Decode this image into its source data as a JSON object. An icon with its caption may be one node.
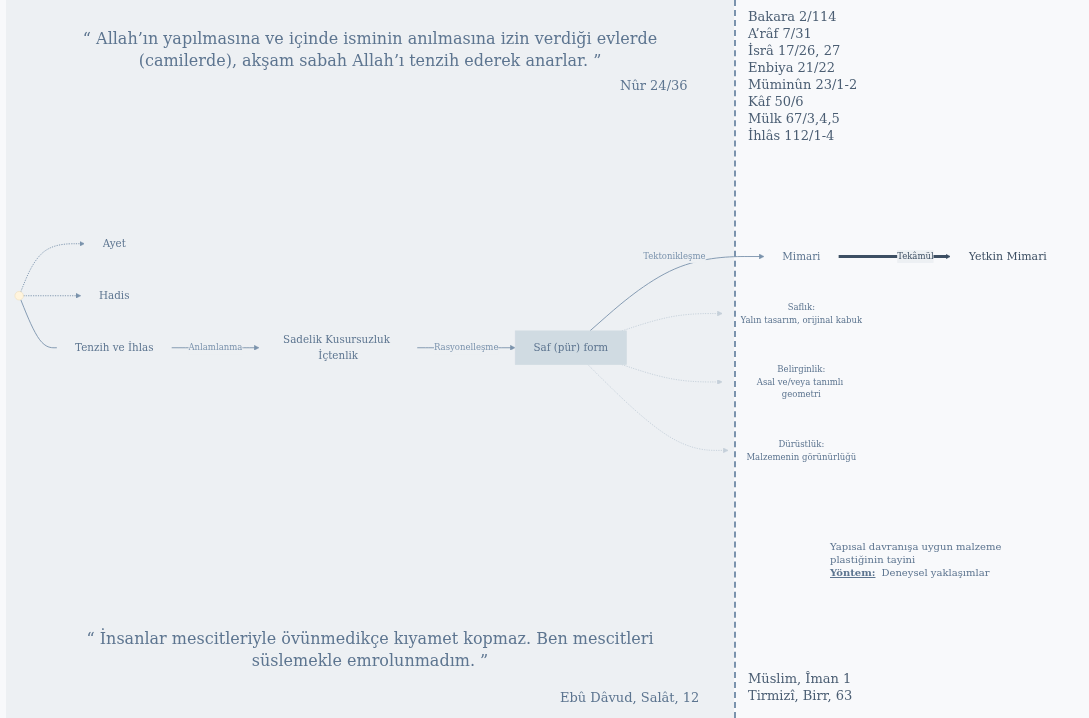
{
  "diagram": {
    "nodes": [
      {
        "text": [
          "Ayet"
        ]
      },
      {
        "text": [
          "Hadis"
        ]
      },
      {
        "text": [],
        "shape": "circle"
      },
      {
        "text": [
          "Tenzih ve İhlas"
        ]
      },
      {
        "text": [
          "Sadelik Kusursuzluk İçtenlik"
        ]
      },
      {
        "text": [
          "Saf (pür) form"
        ]
      },
      {
        "text": [
          "Mimari"
        ]
      },
      {
        "text": [
          "Yetkin Mimari"
        ]
      },
      {
        "text": [
          "Saflık:",
          "Yalın tasarım, orijinal kabuk"
        ]
      },
      {
        "text": [
          "Belirginlik:",
          "Asal ve/veya tanımlı geometri"
        ]
      },
      {
        "text": [
          "Dürüstlük:",
          "Malzemenin görünürlüğü"
        ]
      }
    ],
    "edges": [
      {
        "from": 2,
        "to": 0,
        "arrow": "to",
        "style": "dashed"
      },
      {
        "from": 2,
        "to": 1,
        "arrow": "to",
        "style": "dashed"
      },
      {
        "from": 2,
        "to": 3,
        "arrow": "none"
      },
      {
        "from": 3,
        "to": 4,
        "arrow": "to",
        "label": "Anlamlanma"
      },
      {
        "from": 4,
        "to": 5,
        "arrow": "to",
        "label": "Rasyonelleşme"
      },
      {
        "from": 5,
        "to": 6,
        "arrow": "to",
        "label": "Tektonikleşme"
      },
      {
        "from": 6,
        "to": 7,
        "arrow": "to",
        "label": "Tekâmül",
        "style": "thick",
        "color": "#3d4f63"
      },
      {
        "from": 5,
        "to": 8,
        "arrow": "to",
        "style": "dashed",
        "color": "#c5d0da"
      },
      {
        "from": 5,
        "to": 9,
        "arrow": "to",
        "style": "dashed",
        "color": "#c5d0da"
      },
      {
        "from": 5,
        "to": 10,
        "arrow": "to",
        "style": "dashed",
        "color": "#c5d0da"
      }
    ],
    "labels": [
      "“ Allah’ın yapılmasına ve içinde isminin anılmasına izin verdiği evlerde (camilerde), akşam sabah Allah’ı tenzih ederek anarlar. ”",
      "Nûr 24/36",
      "Bakara 2/114",
      "A’râf 7/31",
      "İsrâ 17/26, 27",
      "Enbiya 21/22",
      "Müminûn 23/1-2",
      "Kâf 50/6",
      "Mülk 67/3,4,5",
      "İhlâs 112/1-4",
      "Yapısal davranışa uygun malzeme plastiğinin tayini",
      "Yöntem:",
      "Deneysel yaklaşımlar",
      "“ İnsanlar mescitleriyle övünmedikçe kıyamet kopmaz. Ben mescitleri süslemekle emrolunmadım. ”",
      "Ebû Dâvud, Salât, 12",
      "Müslim, Îman 1",
      "Tirmizî, Birr, 63"
    ]
  }
}
